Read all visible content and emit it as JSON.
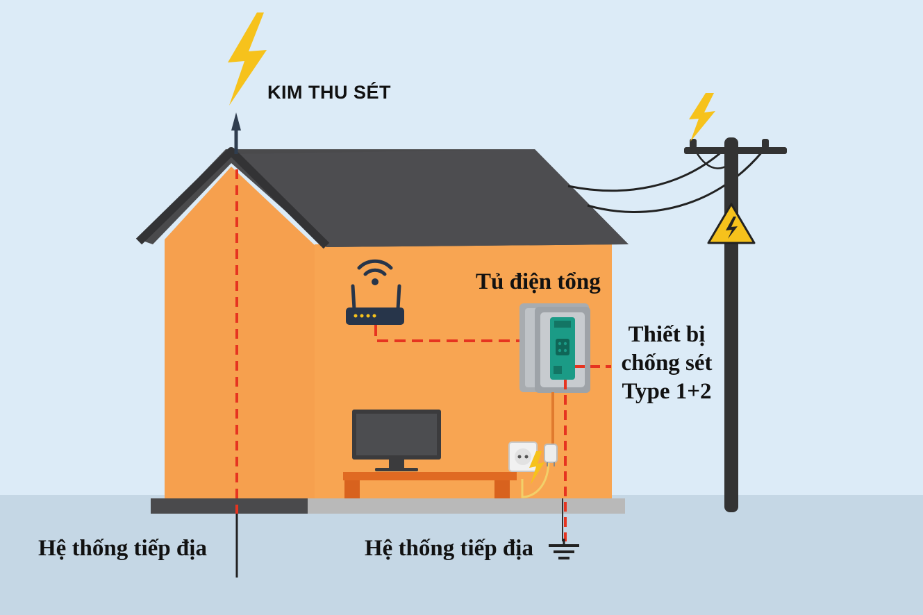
{
  "labels": {
    "lightning_rod": "KIM THU SÉT",
    "main_panel": "Tủ điện tổng",
    "spd_line1": "Thiết bị",
    "spd_line2": "chống sét",
    "spd_line3": "Type 1+2",
    "grounding_left": "Hệ thống tiếp địa",
    "grounding_right": "Hệ thống tiếp địa"
  },
  "colors": {
    "sky": "#dcebf7",
    "ground": "#c5d7e5",
    "roof": "#4a4a4c",
    "wall_front": "#f8a552",
    "wall_side": "#f6a04e",
    "ground_wire": "#e63420",
    "lightning": "#f6c21c",
    "spd_device": "#1b9b86",
    "pole": "#333333"
  }
}
